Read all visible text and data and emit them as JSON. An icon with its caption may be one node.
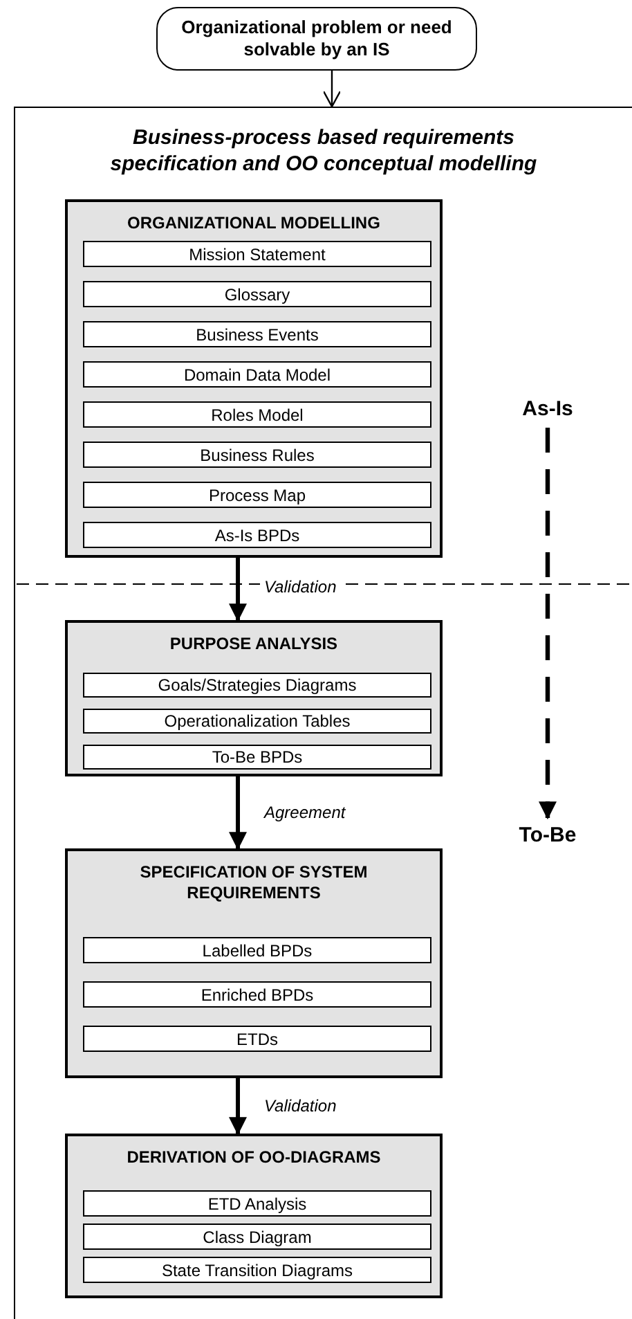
{
  "diagram": {
    "nodes": [
      {
        "text": [
          "Organizational problem or need solvable by an IS"
        ]
      },
      {
        "text": [
          "Business-process based requirements specification and OO conceptual modelling"
        ]
      },
      {
        "text": [
          "ORGANIZATIONAL MODELLING"
        ],
        "in": 1
      },
      {
        "text": [
          "Mission Statement"
        ],
        "in": 2
      },
      {
        "text": [
          "Glossary"
        ],
        "in": 2
      },
      {
        "text": [
          "Business Events"
        ],
        "in": 2
      },
      {
        "text": [
          "Domain Data Model"
        ],
        "in": 2
      },
      {
        "text": [
          "Roles Model"
        ],
        "in": 2
      },
      {
        "text": [
          "Business Rules"
        ],
        "in": 2
      },
      {
        "text": [
          "Process Map"
        ],
        "in": 2
      },
      {
        "text": [
          "As-Is BPDs"
        ],
        "in": 2
      },
      {
        "text": [
          "PURPOSE ANALYSIS"
        ],
        "in": 1
      },
      {
        "text": [
          "Goals/Strategies Diagrams"
        ],
        "in": 11
      },
      {
        "text": [
          "Operationalization Tables"
        ],
        "in": 11
      },
      {
        "text": [
          "To-Be BPDs"
        ],
        "in": 11
      },
      {
        "text": [
          "SPECIFICATION OF SYSTEM REQUIREMENTS"
        ],
        "in": 1
      },
      {
        "text": [
          "Labelled BPDs"
        ],
        "in": 15
      },
      {
        "text": [
          "Enriched BPDs"
        ],
        "in": 15
      },
      {
        "text": [
          "ETDs"
        ],
        "in": 15
      },
      {
        "text": [
          "DERIVATION OF OO-DIAGRAMS"
        ],
        "in": 1
      },
      {
        "text": [
          "ETD Analysis"
        ],
        "in": 19
      },
      {
        "text": [
          "Class Diagram"
        ],
        "in": 19
      },
      {
        "text": [
          "State Transition Diagrams"
        ],
        "in": 19
      },
      {
        "text": [
          "As-Is"
        ],
        "in": 1
      },
      {
        "text": [
          "To-Be"
        ],
        "in": 1
      }
    ],
    "edges": [
      {
        "from": 0,
        "to": 1,
        "arrow": "to"
      },
      {
        "from": 2,
        "to": 11,
        "arrow": "to",
        "label": "Validation"
      },
      {
        "from": 11,
        "to": 15,
        "arrow": "to",
        "label": "Agreement"
      },
      {
        "from": 15,
        "to": 19,
        "arrow": "to",
        "label": "Validation"
      },
      {
        "from": 23,
        "to": 24,
        "arrow": "to",
        "style": "dashed"
      }
    ]
  }
}
